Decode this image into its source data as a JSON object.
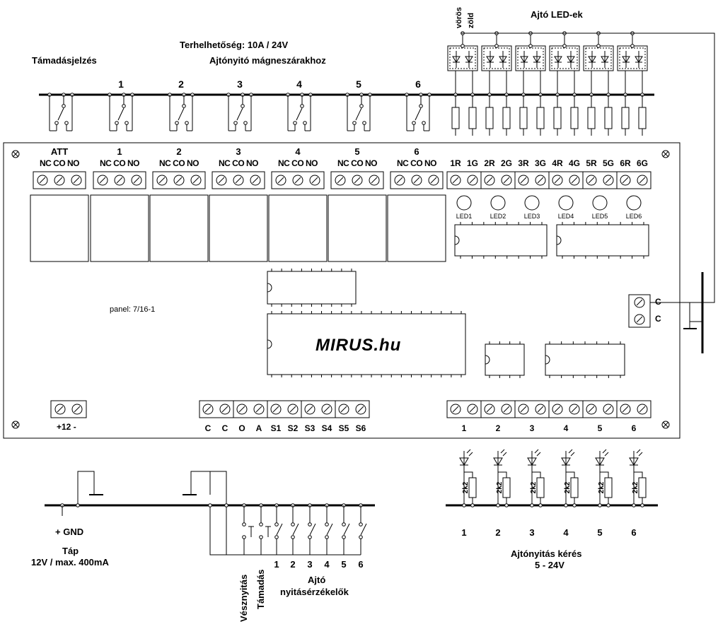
{
  "top": {
    "attack_signal": "Támadásjelzés",
    "load_rating": "Terhelhetőség: 10A / 24V",
    "for_magnetic_locks": "Ajtónyitó mágneszárakhoz",
    "relay_numbers": [
      "1",
      "2",
      "3",
      "4",
      "5",
      "6"
    ],
    "led_red": "vörös",
    "led_green": "zöld",
    "door_leds": "Ajtó LED-ek"
  },
  "panel": {
    "relay_headers": [
      "ATT",
      "1",
      "2",
      "3",
      "4",
      "5",
      "6"
    ],
    "relay_pins": "NC CO NO",
    "led_terminal_labels": [
      "1R",
      "1G",
      "2R",
      "2G",
      "3R",
      "3G",
      "4R",
      "4G",
      "5R",
      "5G",
      "6R",
      "6G"
    ],
    "led_names": [
      "LED1",
      "LED2",
      "LED3",
      "LED4",
      "LED5",
      "LED6"
    ],
    "panel_id": "panel: 7/16-1",
    "logo": "MIRUS.hu",
    "c_labels": [
      "C",
      "C"
    ],
    "power_label": "+12 -",
    "input_labels": [
      "C",
      "C",
      "O",
      "A",
      "S1",
      "S2",
      "S3",
      "S4",
      "S5",
      "S6"
    ],
    "request_numbers": [
      "1",
      "2",
      "3",
      "4",
      "5",
      "6"
    ]
  },
  "bottom": {
    "gnd": "+ GND",
    "power_title": "Táp",
    "power_spec": "12V / max. 400mA",
    "emergency": "Vésznyitás",
    "attack": "Támadás",
    "sensor_numbers": [
      "1",
      "2",
      "3",
      "4",
      "5",
      "6"
    ],
    "door": "Ajtó",
    "sensors": "nyitásérzékelők",
    "resistor": "2k2",
    "request_numbers": [
      "1",
      "2",
      "3",
      "4",
      "5",
      "6"
    ],
    "request_title": "Ajtónyitás kérés",
    "request_voltage": "5 - 24V"
  }
}
